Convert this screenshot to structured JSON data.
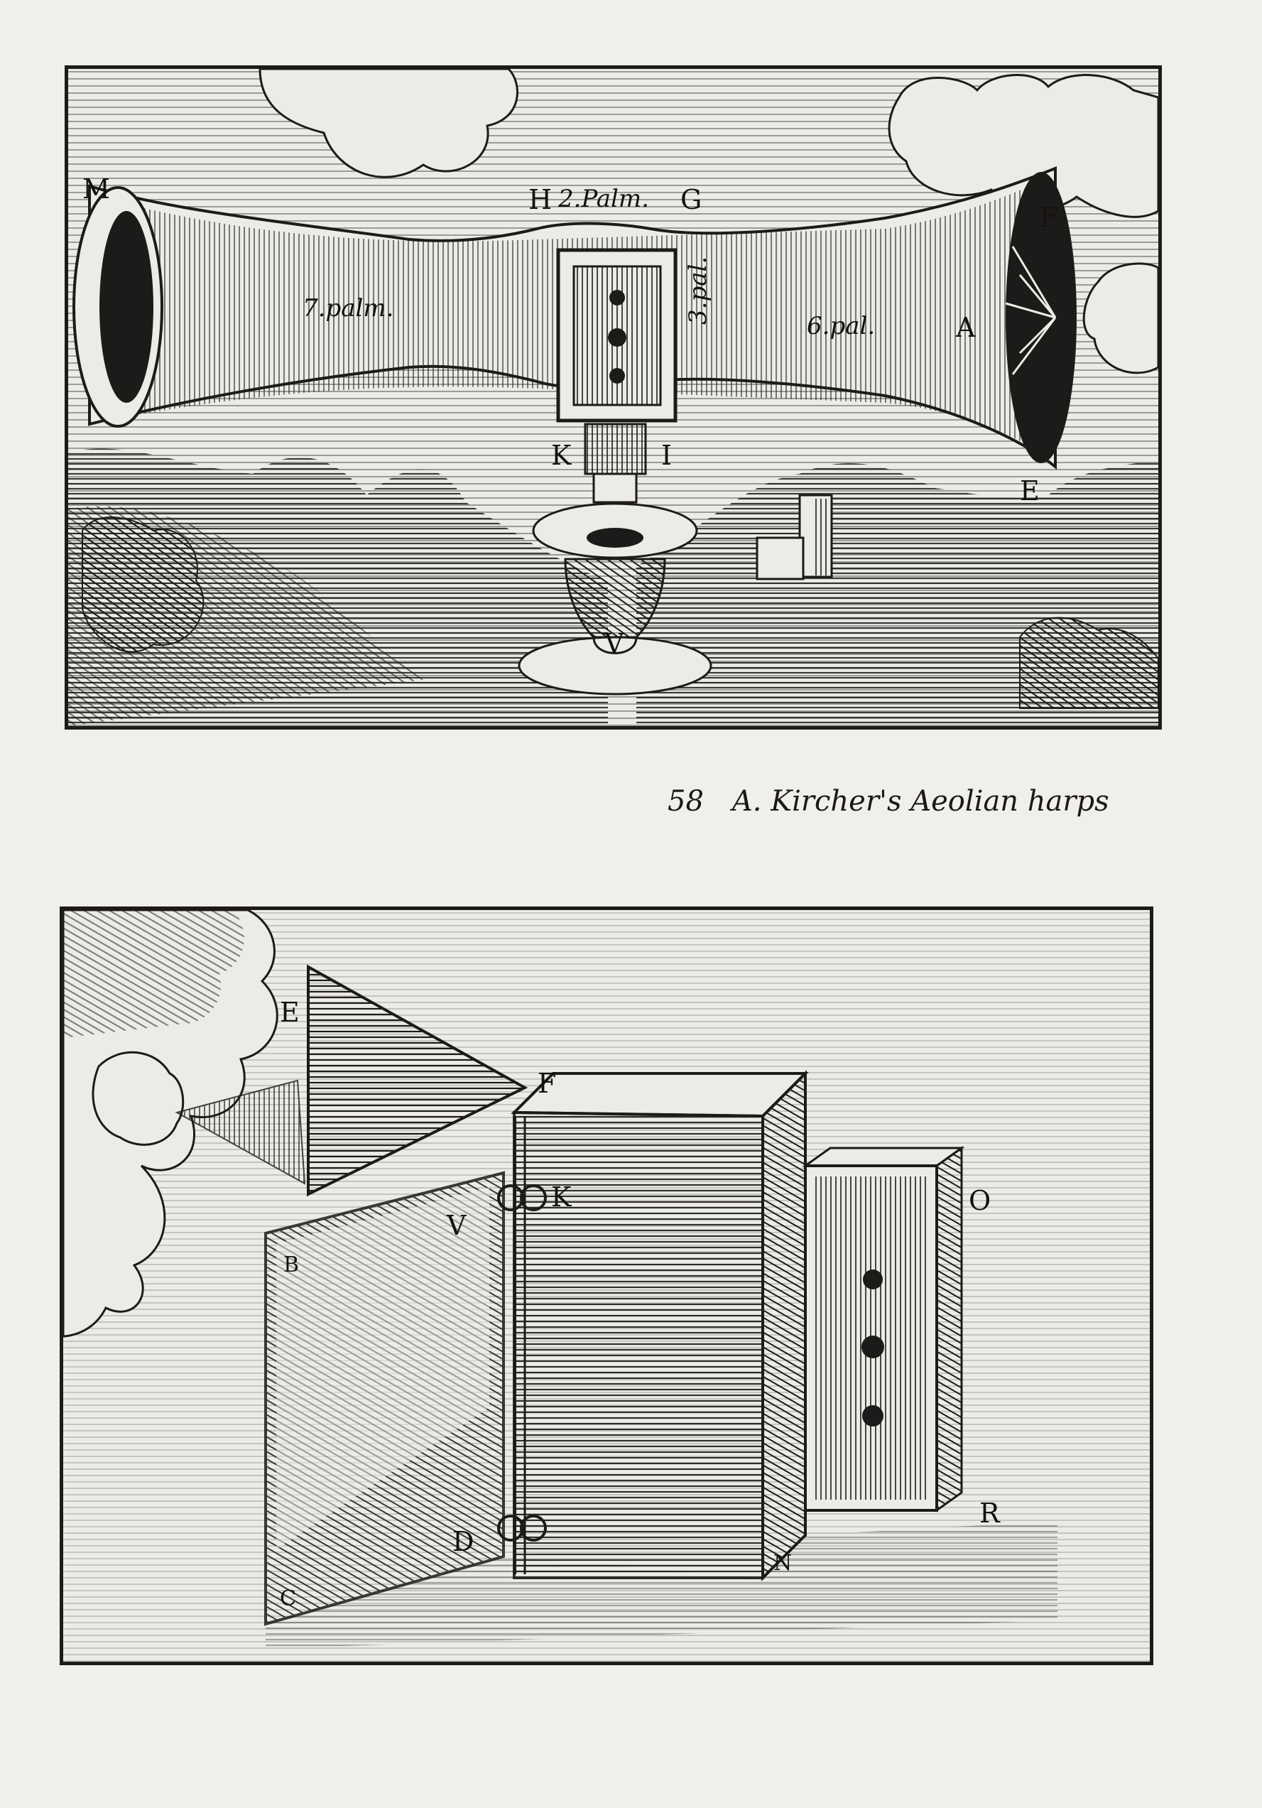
{
  "caption": {
    "number": "58",
    "text": "A. Kircher's Aeolian harps"
  },
  "top_plate": {
    "labels": {
      "M": "M",
      "H": "H",
      "palm2": "2.Palm.",
      "G": "G",
      "F": "F",
      "palm7": "7.palm.",
      "pal3": "3.pal.",
      "pal6": "6.pal.",
      "A": "A",
      "K": "K",
      "I": "I",
      "E": "E",
      "V": "V"
    }
  },
  "bottom_plate": {
    "labels": {
      "E": "E",
      "F": "F",
      "K": "K",
      "V": "V",
      "B": "B",
      "O": "O",
      "R": "R",
      "D": "D",
      "C": "C",
      "N": "N"
    }
  },
  "colors": {
    "ink": "#1d1b19",
    "paper": "#f1efe9"
  }
}
